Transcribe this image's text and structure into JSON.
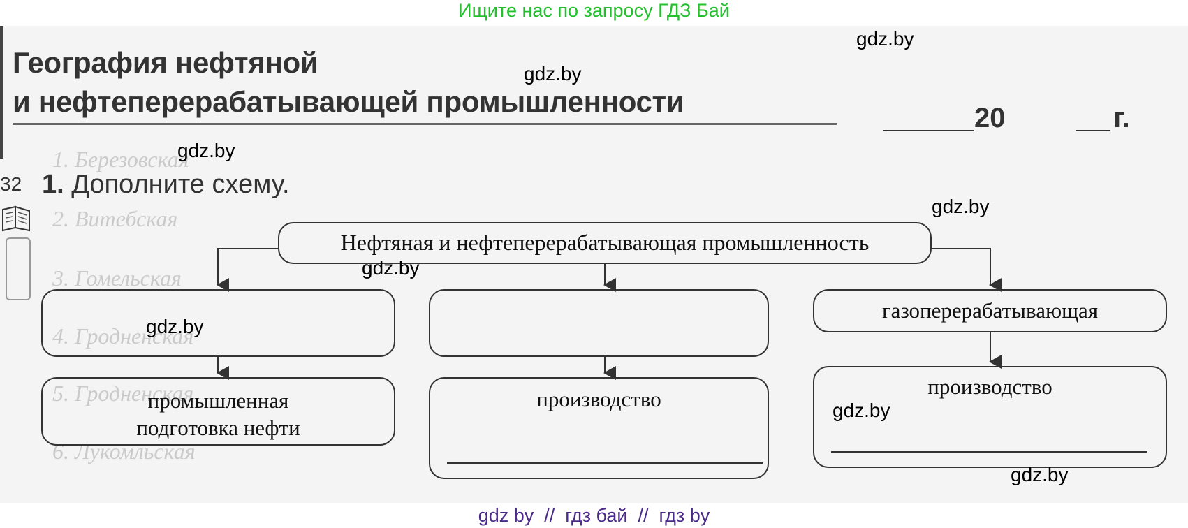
{
  "top_banner": "Ищите нас по запросу ГДЗ Бай",
  "bottom_banner": "gdz by  //  гдз бай  //  гдз by",
  "title": {
    "line1": "География нефтяной",
    "line2": "и нефтеперерабатывающей промышленности"
  },
  "year": {
    "number": "20",
    "suffix": "г."
  },
  "page_number": "32",
  "task": {
    "number": "1.",
    "text": "Дополните схему."
  },
  "scheme": {
    "root": "Нефтяная и нефтеперерабатывающая промышленность",
    "branch1": {
      "top": "",
      "bottom_line1": "промышленная",
      "bottom_line2": "подготовка нефти"
    },
    "branch2": {
      "top": "",
      "bottom": "производство"
    },
    "branch3": {
      "top": "газоперерабатывающая",
      "bottom": "производство"
    }
  },
  "watermarks": [
    "gdz.by",
    "gdz.by",
    "gdz.by",
    "gdz.by",
    "gdz.by",
    "gdz.by",
    "gdz.by",
    "gdz.by"
  ],
  "bleed_through": [
    "1. Березовская",
    "2. Витебская",
    "3. Гомельская",
    "4. Гродненская",
    "5. Гродненская",
    "6. Лукомльская"
  ]
}
